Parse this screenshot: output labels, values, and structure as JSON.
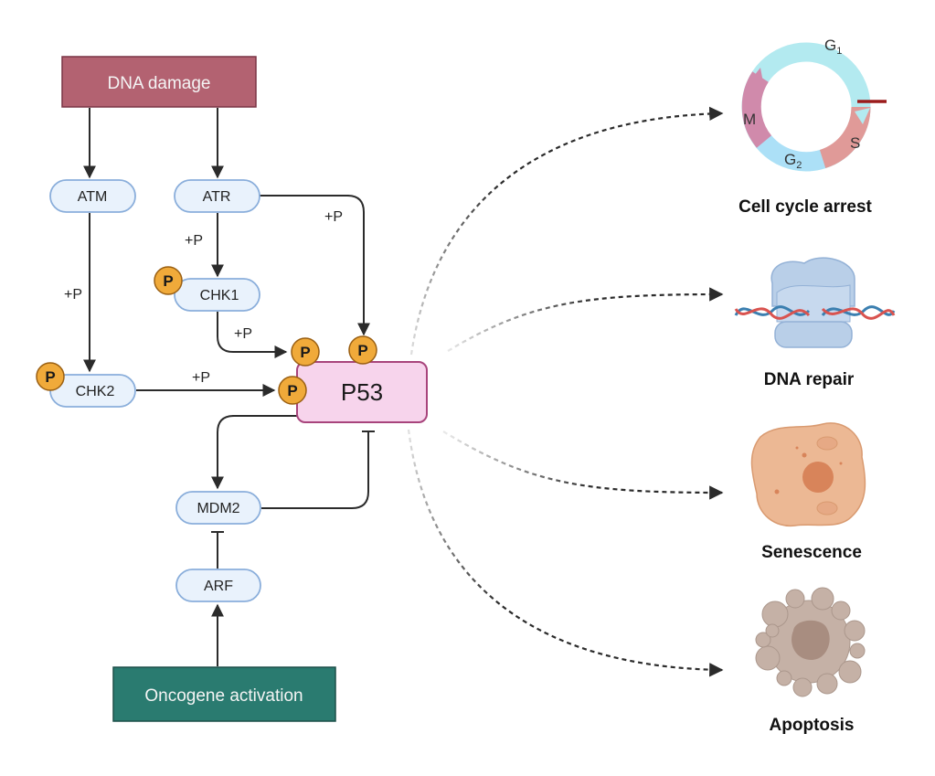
{
  "title": "P53 signaling pathway",
  "triggers": {
    "dna_damage": {
      "label": "DNA damage",
      "color": "#b36271"
    },
    "oncogene": {
      "label": "Oncogene activation",
      "color": "#2a7b70"
    }
  },
  "nodes": {
    "atm": "ATM",
    "atr": "ATR",
    "chk1": "CHK1",
    "chk2": "CHK2",
    "p53": "P53",
    "mdm2": "MDM2",
    "arf": "ARF"
  },
  "phospho": {
    "symbol": "P",
    "edge_label": "+P",
    "color": "#f0aa3a"
  },
  "edges": [
    {
      "from": "DNA damage",
      "to": "ATM",
      "type": "activation",
      "label": ""
    },
    {
      "from": "DNA damage",
      "to": "ATR",
      "type": "activation",
      "label": ""
    },
    {
      "from": "ATM",
      "to": "CHK2",
      "type": "phosphorylation",
      "label": "+P"
    },
    {
      "from": "ATR",
      "to": "CHK1",
      "type": "phosphorylation",
      "label": "+P"
    },
    {
      "from": "ATR",
      "to": "P53",
      "type": "phosphorylation",
      "label": "+P"
    },
    {
      "from": "CHK1",
      "to": "P53",
      "type": "phosphorylation",
      "label": "+P"
    },
    {
      "from": "CHK2",
      "to": "P53",
      "type": "phosphorylation",
      "label": "+P"
    },
    {
      "from": "P53",
      "to": "MDM2",
      "type": "activation",
      "label": ""
    },
    {
      "from": "MDM2",
      "to": "P53",
      "type": "inhibition",
      "label": ""
    },
    {
      "from": "ARF",
      "to": "MDM2",
      "type": "inhibition",
      "label": ""
    },
    {
      "from": "Oncogene activation",
      "to": "ARF",
      "type": "activation",
      "label": ""
    }
  ],
  "cell_cycle": {
    "phases": {
      "g1": "G",
      "g1_sub": "1",
      "s": "S",
      "g2": "G",
      "g2_sub": "2",
      "m": "M"
    },
    "colors": {
      "g1": "#b3eaf0",
      "s": "#e09a98",
      "g2": "#ace0f7",
      "m": "#d08aab",
      "block": "#9b1c1c"
    }
  },
  "outcomes": [
    {
      "id": "cell-cycle-arrest",
      "label": "Cell cycle arrest"
    },
    {
      "id": "dna-repair",
      "label": "DNA repair"
    },
    {
      "id": "senescence",
      "label": "Senescence"
    },
    {
      "id": "apoptosis",
      "label": "Apoptosis"
    }
  ],
  "colors": {
    "pill_fill": "#e9f2fc",
    "pill_stroke": "#8aaedb",
    "p53_fill": "#f7d4ec",
    "p53_stroke": "#a8447c",
    "line": "#2b2b2b"
  }
}
